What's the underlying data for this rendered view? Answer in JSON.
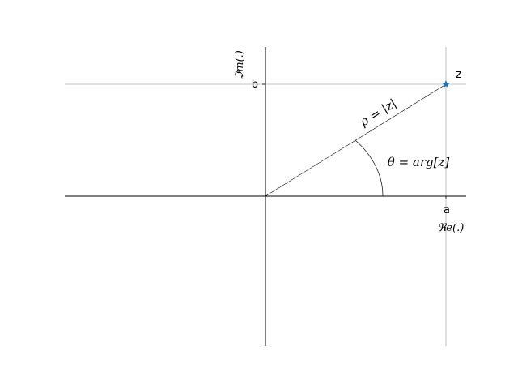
{
  "diagram": {
    "point_label": "z",
    "x_tick": "a",
    "y_tick": "b",
    "x_axis_label": "ℜe(.)",
    "y_axis_label": "ℑm(.)",
    "modulus_label": "ρ = |z|",
    "argument_label": "θ = arg[z]",
    "colors": {
      "point": "#1f77b4",
      "grid": "#b0b0b0",
      "axis": "#000000"
    }
  }
}
